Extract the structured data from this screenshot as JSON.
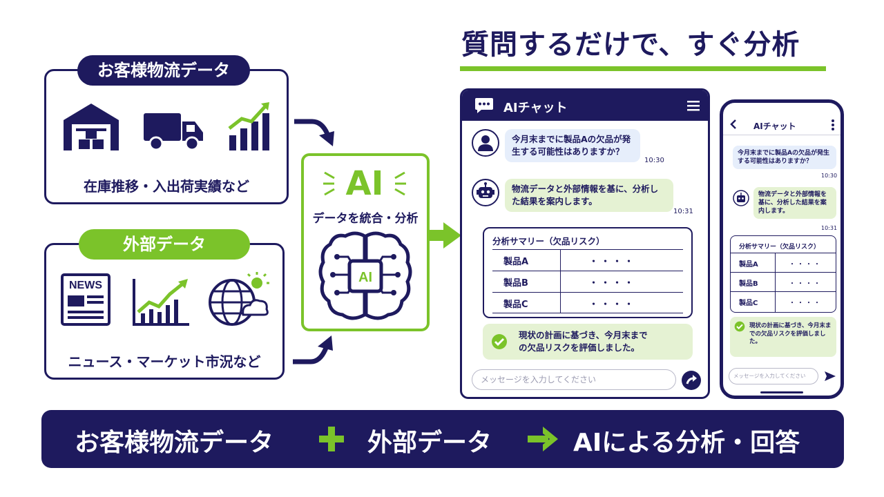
{
  "headline": "質問するだけで、すぐ分析",
  "customer_data": {
    "label": "お客様物流データ",
    "caption": "在庫推移・入出荷実績など",
    "icons": [
      "warehouse-icon",
      "truck-icon",
      "growth-bar-chart-icon"
    ]
  },
  "external_data": {
    "label": "外部データ",
    "caption": "ニュース・マーケット市況など",
    "icons": [
      "newspaper-icon",
      "market-chart-icon",
      "globe-weather-icon"
    ],
    "news_label": "NEWS"
  },
  "ai_box": {
    "title": "AI",
    "subtitle": "データを統合・分析",
    "chip_label": "AI"
  },
  "desktop_chat": {
    "title": "AIチャット",
    "user_message": "今月末までに製品Aの欠品が発生する可能性はありますか？",
    "user_time": "10:30",
    "bot_message": "物流データと外部情報を基に、分析した結果を案内します。",
    "bot_time": "10:31",
    "summary_title": "分析サマリー（欠品リスク）",
    "summary_rows": [
      {
        "label": "製品A",
        "value": "・・・・"
      },
      {
        "label": "製品B",
        "value": "・・・・"
      },
      {
        "label": "製品C",
        "value": "・・・・"
      }
    ],
    "conclusion": "現状の計画に基づき、今月末までの欠品リスクを評価しました。",
    "input_placeholder": "メッセージを入力してください"
  },
  "mobile_chat": {
    "title": "AIチャット",
    "user_message": "今月末までに製品Aの欠品が発生する可能性はありますか？",
    "user_time": "10:30",
    "bot_message": "物流データと外部情報を基に、分析した結果を案内します。",
    "bot_time": "10:31",
    "summary_title": "分析サマリー（欠品リスク）",
    "summary_rows": [
      {
        "label": "製品A",
        "value": "・・・・"
      },
      {
        "label": "製品B",
        "value": "・・・・"
      },
      {
        "label": "製品C",
        "value": "・・・・"
      }
    ],
    "conclusion": "現状の計画に基づき、今月末までの欠品リスクを評価しました。",
    "input_placeholder": "メッセージを入力してください"
  },
  "banner": {
    "part1": "お客様物流データ",
    "plus": "+",
    "part2": "外部データ",
    "arrow": "→",
    "part3": "AIによる分析・回答"
  },
  "colors": {
    "navy": "#1e1a5e",
    "green": "#7bc32a",
    "bubble_blue": "#e6eefb",
    "bubble_green": "#e5f2d3"
  }
}
